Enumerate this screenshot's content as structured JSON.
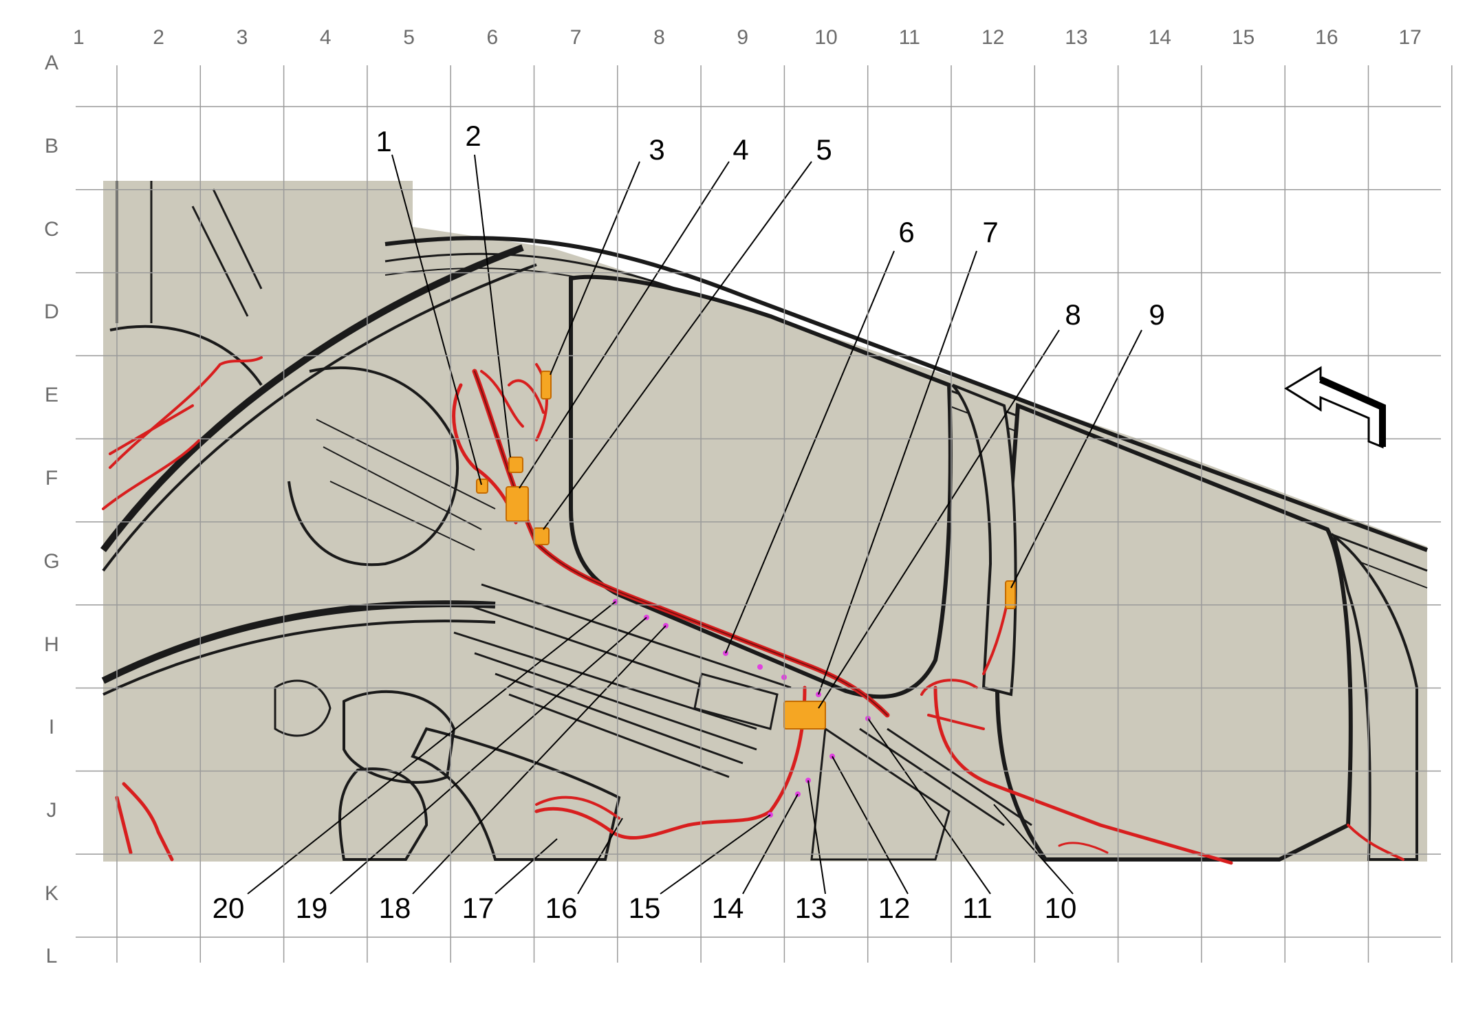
{
  "grid": {
    "columns": [
      "1",
      "2",
      "3",
      "4",
      "5",
      "6",
      "7",
      "8",
      "9",
      "10",
      "11",
      "12",
      "13",
      "14",
      "15",
      "16",
      "17"
    ],
    "rows": [
      "A",
      "B",
      "C",
      "D",
      "E",
      "F",
      "G",
      "H",
      "I",
      "J",
      "K",
      "L"
    ]
  },
  "callouts": {
    "top": [
      "1",
      "2",
      "3",
      "4",
      "5",
      "6",
      "7",
      "8",
      "9"
    ],
    "bottom": [
      "20",
      "19",
      "18",
      "17",
      "16",
      "15",
      "14",
      "13",
      "12",
      "11",
      "10"
    ]
  },
  "icons": {
    "direction": "front-direction-arrow-icon"
  },
  "colors": {
    "body_fill": "#ccc9bb",
    "harness": "#d81e1e",
    "connector": "#f5a623",
    "clip": "#e040e0",
    "grid_line": "#9a9a9a",
    "outline": "#1a1a1a"
  }
}
